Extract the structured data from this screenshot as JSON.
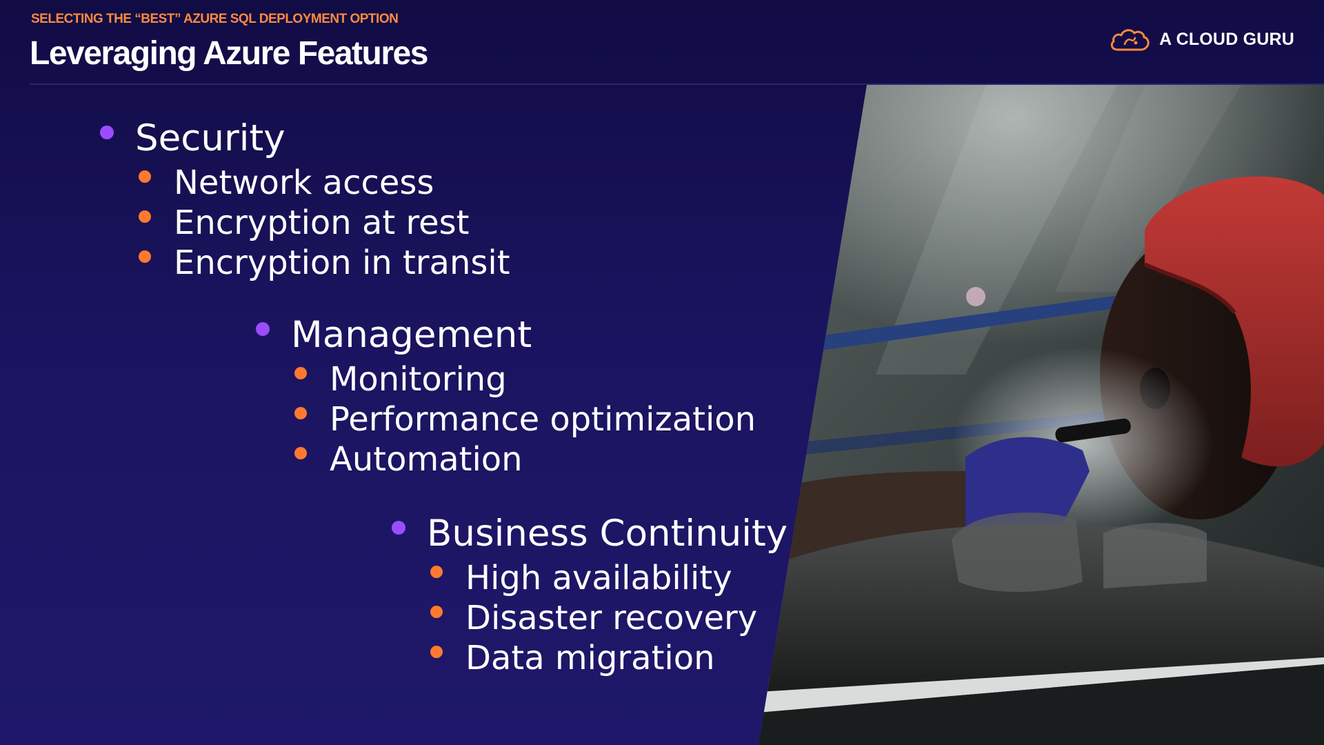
{
  "header": {
    "kicker": "SELECTING THE “BEST” AZURE SQL DEPLOYMENT OPTION",
    "title": "Leveraging Azure Features"
  },
  "brand": {
    "name": "A CLOUD GURU",
    "logo_icon": "cloud-icon"
  },
  "groups": [
    {
      "label": "Security",
      "items": [
        "Network access",
        "Encryption at rest",
        "Encryption in transit"
      ]
    },
    {
      "label": "Management",
      "items": [
        "Monitoring",
        "Performance optimization",
        "Automation"
      ]
    },
    {
      "label": "Business Continuity",
      "items": [
        "High availability",
        "Disaster recovery",
        "Data migration"
      ]
    }
  ],
  "colors": {
    "background": "#1a1460",
    "accent_orange": "#ff7a2e",
    "accent_purple": "#9a4dff",
    "text": "#ffffff"
  },
  "image": {
    "subject": "boxer-photo"
  }
}
